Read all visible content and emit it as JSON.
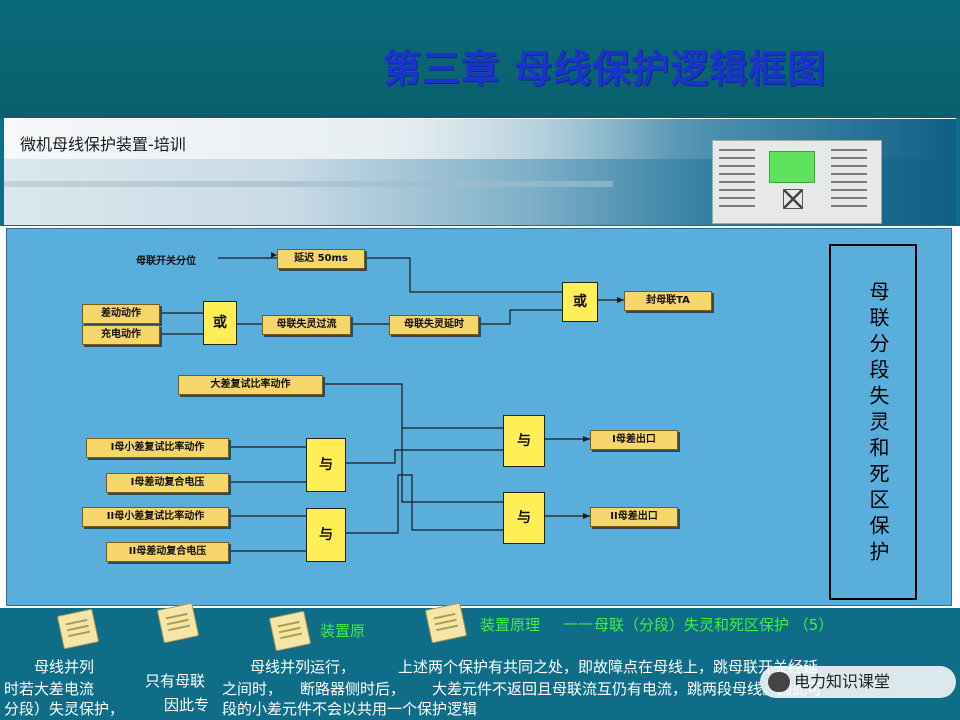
{
  "header": {
    "title": "第三章 母线保护逻辑框图"
  },
  "banner": {
    "subtitle": "微机母线保护装置-培训"
  },
  "diagram": {
    "inputs": {
      "bus_tie_open": "母联开关分位",
      "diff_action": "差动动作",
      "charge_action": "充电动作",
      "big_diff_ratio": "大差复试比率动作",
      "bus1_small_diff": "I母小差复试比率动作",
      "bus1_voltage": "I母差动复合电压",
      "bus2_small_diff": "II母小差复试比率动作",
      "bus2_voltage": "II母差动复合电压"
    },
    "blocks": {
      "delay": "延迟 50ms",
      "tie_overcurrent": "母联失灵过流",
      "tie_fail_delay": "母联失灵延时",
      "seal_ta": "封母联TA",
      "bus1_exit": "I母差出口",
      "bus2_exit": "II母差出口"
    },
    "gates": {
      "or1": "或",
      "or2": "或",
      "and_top1": "与",
      "and_top2": "与",
      "and_bus1": "与",
      "and_bus2": "与"
    },
    "side_title": "母联分段失灵和死区保护"
  },
  "footer": {
    "tab1": "装置原",
    "tab2": "装置原理",
    "tab2_sep": "——",
    "tab2_title": "母联（分段）失灵和死区保护 （5）",
    "line1a": "母线并列",
    "line1b": "只有母联",
    "line1c": "母线并列运行，",
    "line1d": "上述两个保护有共同之处，即故障点在母线上，跳母联开关经延",
    "line2a": "时若大差电流",
    "line2b": "之间时，",
    "line2c": "断路器侧时后，",
    "line2d": "大差元件不返回且母联流互仍有电流，跳两段母线。因此可",
    "line3a": "分段）失灵保护，",
    "line3b": "因此专",
    "line3c": "段的小差元件不会以共用一个保护逻辑",
    "watermark": "电力知识课堂"
  }
}
